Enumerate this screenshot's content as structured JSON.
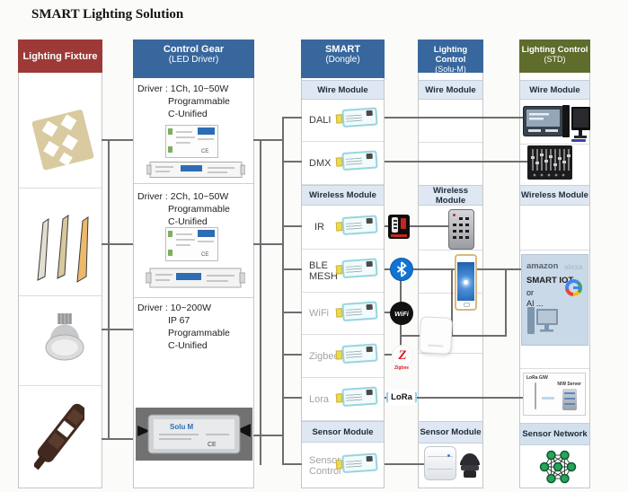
{
  "title": "SMART Lighting Solution",
  "colors": {
    "fixture_header": "#9d3a37",
    "blue_header": "#38679d",
    "std_header": "#5e6c2c",
    "module_bar_bg": "#dfe8f2",
    "connector_line": "#6e6e6e",
    "iot_panel_bg": "#c9d9e8"
  },
  "fixture_col": {
    "header": "Lighting Fixture",
    "items": [
      "ceiling-light",
      "panel-lights",
      "highbay-light",
      "street-light"
    ]
  },
  "gear_col": {
    "header1": "Control Gear",
    "header2": "(LED Driver)",
    "sections": [
      {
        "lines": [
          "Driver : 1Ch, 10~50W",
          "Programmable",
          "C-Unified"
        ]
      },
      {
        "lines": [
          "Driver : 2Ch, 10~50W",
          "Programmable",
          "C-Unified"
        ]
      },
      {
        "lines": [
          "Driver : 10~200W",
          "IP 67",
          "Programmable",
          "C-Unified"
        ]
      }
    ]
  },
  "dongle_col": {
    "header1": "SMART",
    "header2": "(Dongle)",
    "wire_bar": "Wire Module",
    "wireless_bar": "Wireless Module",
    "sensor_bar": "Sensor Module",
    "rows": [
      {
        "label": "DALI"
      },
      {
        "label": "DMX"
      },
      {
        "label": "IR"
      },
      {
        "label": "BLE MESH"
      },
      {
        "label": "WiFi"
      },
      {
        "label": "Zigbee"
      },
      {
        "label": "Lora"
      },
      {
        "label": "Sensor Control"
      }
    ]
  },
  "solum_col": {
    "header1": "Lighting Control",
    "header2": "(Solu-M)",
    "wire_bar": "Wire Module",
    "wireless_bar": "Wireless Module",
    "sensor_bar": "Sensor Module"
  },
  "std_col": {
    "header1": "Lighting Control",
    "header2": "(STD)",
    "wire_bar": "Wire Module",
    "wireless_bar": "Wireless Module",
    "sensor_bar": "Sensor Network",
    "iot_panel": {
      "brand1": "amazon",
      "brand2": "alexa",
      "line1": "SMART IOT",
      "line2": "or",
      "line3": "AI ..."
    },
    "lora_gw": {
      "label1": "LoRa G/W",
      "label2": "N/W Server"
    }
  },
  "logos": {
    "wifi": "WiFi",
    "zigbee_letter": "Z",
    "zigbee": "Zigbee",
    "lora": "LoRa"
  }
}
